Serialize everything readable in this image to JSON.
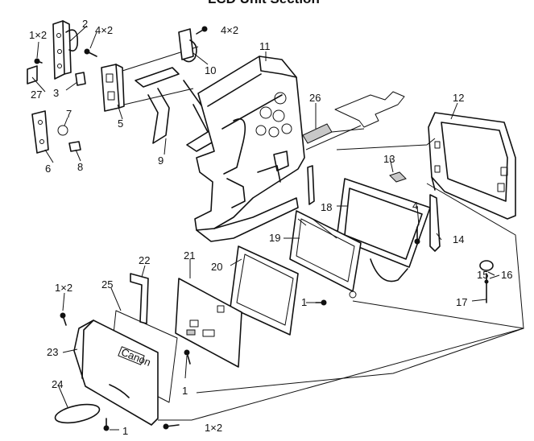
{
  "title": "LCD Unit Section",
  "labels": {
    "p1": "1",
    "p2": "2",
    "p3": "3",
    "p4": "4",
    "p5": "5",
    "p6": "6",
    "p7": "7",
    "p8": "8",
    "p9": "9",
    "p10": "10",
    "p11": "11",
    "p12": "12",
    "p13": "13",
    "p14": "14",
    "p15": "15",
    "p16": "16",
    "p17": "17",
    "p18": "18",
    "p19": "19",
    "p20": "20",
    "p21": "21",
    "p22": "22",
    "p23": "23",
    "p24": "24",
    "p25": "25",
    "p26": "26",
    "p27": "27",
    "qty_1x2": "1×2",
    "qty_4x2": "4×2",
    "qty_4x2b": "4×2"
  },
  "brand_mark": "Canon"
}
